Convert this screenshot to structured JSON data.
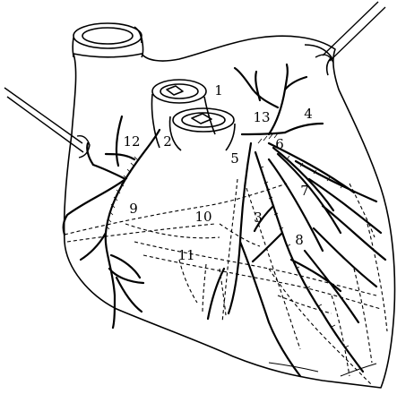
{
  "figure": {
    "line_color": "#000000",
    "background": "#ffffff",
    "callouts": [
      "1",
      "2",
      "3",
      "4",
      "5",
      "6",
      "7",
      "8",
      "9",
      "10",
      "11",
      "12",
      "13"
    ]
  }
}
